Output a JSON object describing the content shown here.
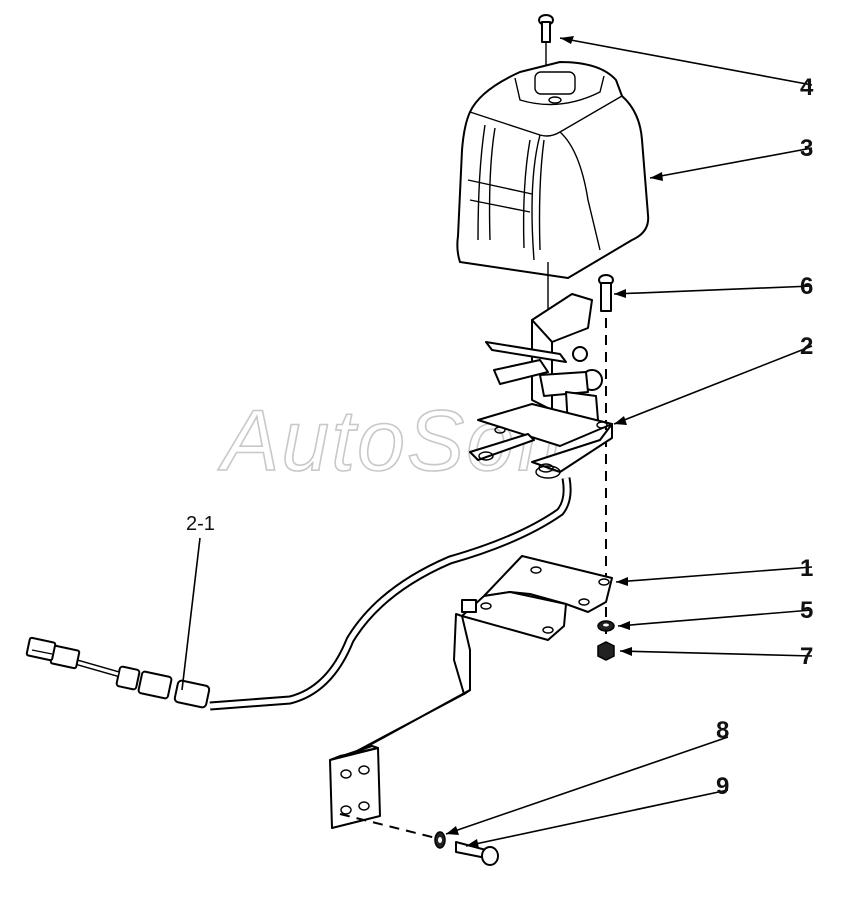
{
  "watermark": "AutoSoft",
  "callouts": [
    {
      "id": "4",
      "label": "4"
    },
    {
      "id": "3",
      "label": "3"
    },
    {
      "id": "6",
      "label": "6"
    },
    {
      "id": "2",
      "label": "2"
    },
    {
      "id": "2-1",
      "label": "2-1"
    },
    {
      "id": "1",
      "label": "1"
    },
    {
      "id": "5",
      "label": "5"
    },
    {
      "id": "7",
      "label": "7"
    },
    {
      "id": "8",
      "label": "8"
    },
    {
      "id": "9",
      "label": "9"
    }
  ]
}
